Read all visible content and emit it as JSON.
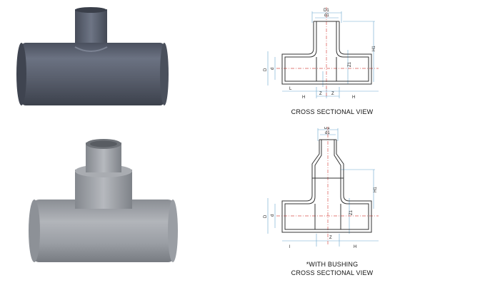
{
  "views": {
    "top": {
      "caption": "CROSS SECTIONAL VIEW"
    },
    "bottom": {
      "caption_line1": "*WITH BUSHING",
      "caption_line2": "CROSS SECTIONAL VIEW"
    }
  },
  "dimension_labels": {
    "D1": "D1",
    "d1": "d1",
    "H1": "H1",
    "Z1": "Z1",
    "D": "D",
    "d": "d",
    "H": "H",
    "Z": "Z",
    "L": "L",
    "l": "l"
  },
  "colors": {
    "pipe_dark": "#5c6272",
    "pipe_light": "#9ea2a8",
    "outline": "#333333",
    "centerline": "#d9534f",
    "dimension": "#6aa7cf"
  }
}
